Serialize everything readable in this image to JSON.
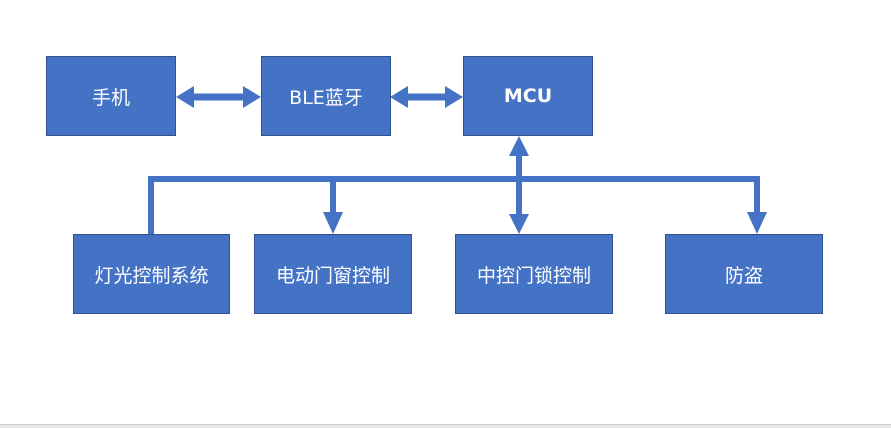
{
  "colors": {
    "box_fill": "#4472c4",
    "box_border": "#2f528f",
    "arrow": "#4472c4",
    "text": "#ffffff"
  },
  "nodes": {
    "phone": "手机",
    "ble": "BLE蓝牙",
    "mcu": "MCU",
    "lighting": "灯光控制系统",
    "window": "电动门窗控制",
    "lock": "中控门锁控制",
    "antitheft": "防盗"
  },
  "connections": [
    {
      "from": "phone",
      "to": "ble",
      "direction": "bidirectional"
    },
    {
      "from": "ble",
      "to": "mcu",
      "direction": "bidirectional"
    },
    {
      "from": "mcu",
      "to": "lighting",
      "via": "bus",
      "direction": "none"
    },
    {
      "from": "mcu",
      "to": "window",
      "via": "bus",
      "direction": "to-target"
    },
    {
      "from": "mcu",
      "to": "lock",
      "direction": "bidirectional"
    },
    {
      "from": "mcu",
      "to": "antitheft",
      "via": "bus",
      "direction": "to-target"
    }
  ]
}
